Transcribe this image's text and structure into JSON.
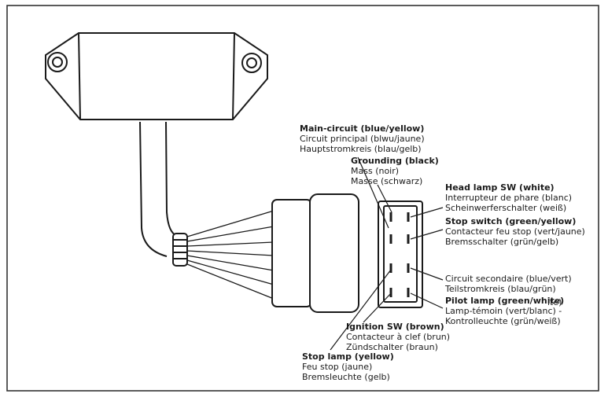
{
  "labels": {
    "main_circuit": [
      "Main-circuit (blue/yellow)",
      "Circuit principal (blwu/jaune)",
      "Hauptstromkreis (blau/gelb)"
    ],
    "grounding": [
      "Grounding (black)",
      "Mass (noir)",
      "Masse (schwarz)"
    ],
    "head_lamp": [
      "Head lamp SW (white)",
      "Interrupteur de phare (blanc)",
      "Scheinwerferschalter (weiß)"
    ],
    "stop_switch": [
      "Stop switch (green/yellow)",
      "Contacteur feu stop (vert/jaune)",
      "Bremsschalter (grün/gelb)"
    ],
    "secondary_circuit": [
      "Circuit secondaire (blue/vert)",
      "Teilstromkreis (blau/grün)"
    ],
    "pilot_lamp": [
      "Pilot lamp (green/white)",
      "Lamp-témoin (vert/blanc) -",
      "Kontrolleuchte (grün/weiß)"
    ],
    "pilot_lamp_overprint": "ite)",
    "ignition": [
      "Ignition SW (brown)",
      "Contacteur à clef (brun)",
      "Zündschalter (braun)"
    ],
    "stop_lamp": [
      "Stop lamp (yellow)",
      "Feu stop (jaune)",
      "Bremsleuchte (gelb)"
    ]
  },
  "colors": {
    "ink": "#1a1a1a",
    "paper": "#ffffff",
    "frame": "#333333"
  }
}
